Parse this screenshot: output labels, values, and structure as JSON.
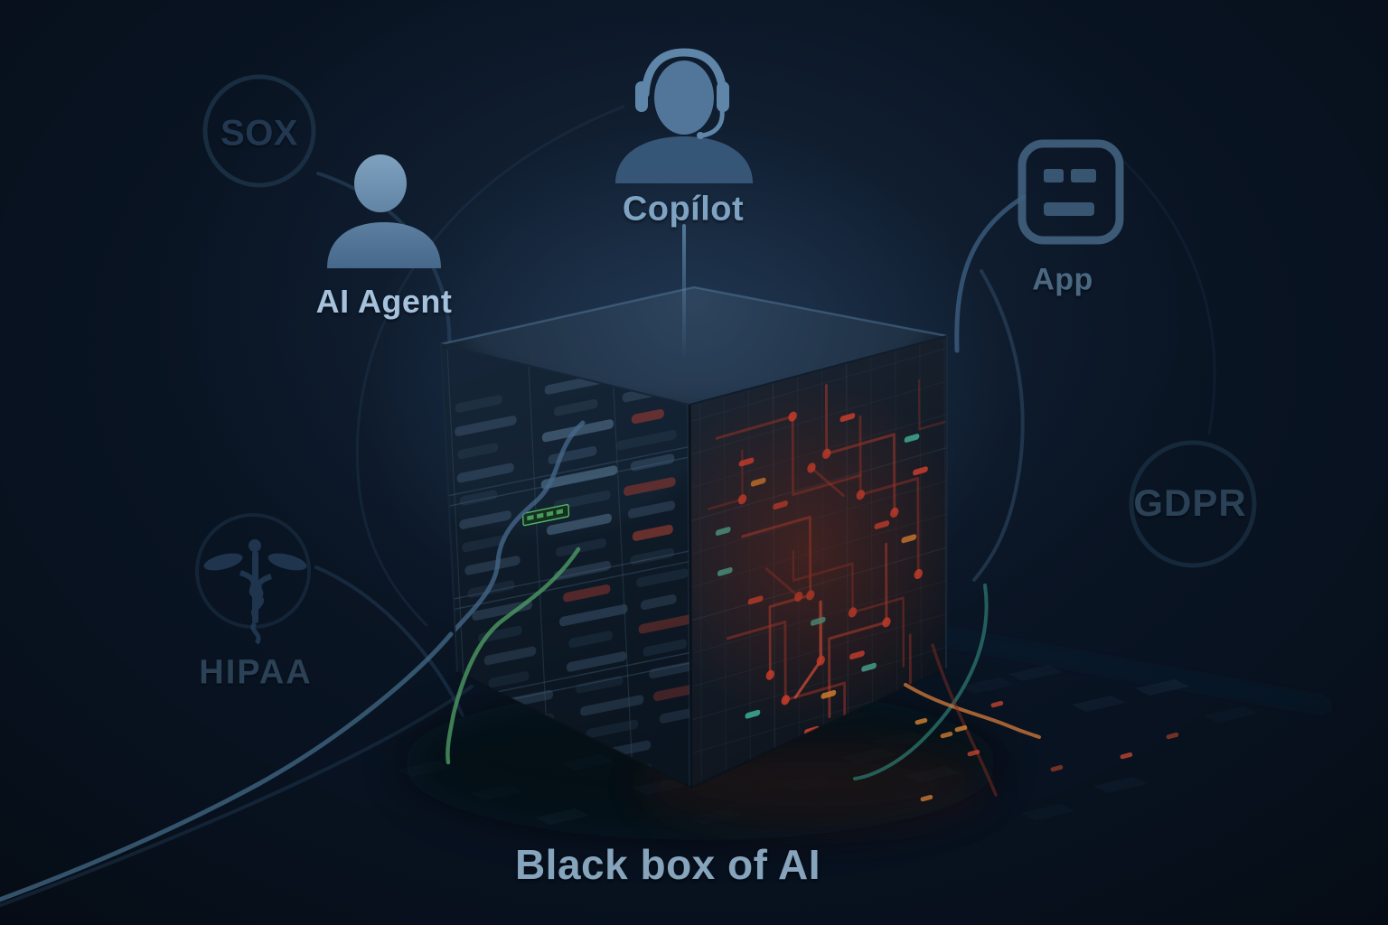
{
  "title": "Black box of AI",
  "nodes": {
    "sox": {
      "label": "SOX"
    },
    "ai_agent": {
      "label": "AI Agent"
    },
    "copilot": {
      "label": "Copílot"
    },
    "app": {
      "label": "App"
    },
    "gdpr": {
      "label": "GDPR"
    },
    "hipaa": {
      "label": "HIPAA"
    }
  },
  "icons": {
    "ai_agent": "user-icon",
    "copilot": "headset-user-icon",
    "app": "app-window-icon",
    "hipaa": "caduceus-icon",
    "sox": "ring-badge",
    "gdpr": "ring-badge"
  },
  "colors": {
    "background": "#081220",
    "label_bright_blue": "#a4c2dc",
    "label_muted_blue": "#2b4156",
    "circuit_red": "#c23a2b",
    "circuit_teal": "#3fae96",
    "circuit_orange": "#d8852f",
    "code_bar_blue": "#3e566f",
    "code_highlight_green": "#53b86a",
    "wire_green": "#4e9a63",
    "wire_blue": "#47708f",
    "wire_teal": "#2f7d74",
    "wire_orange": "#c9763a"
  }
}
